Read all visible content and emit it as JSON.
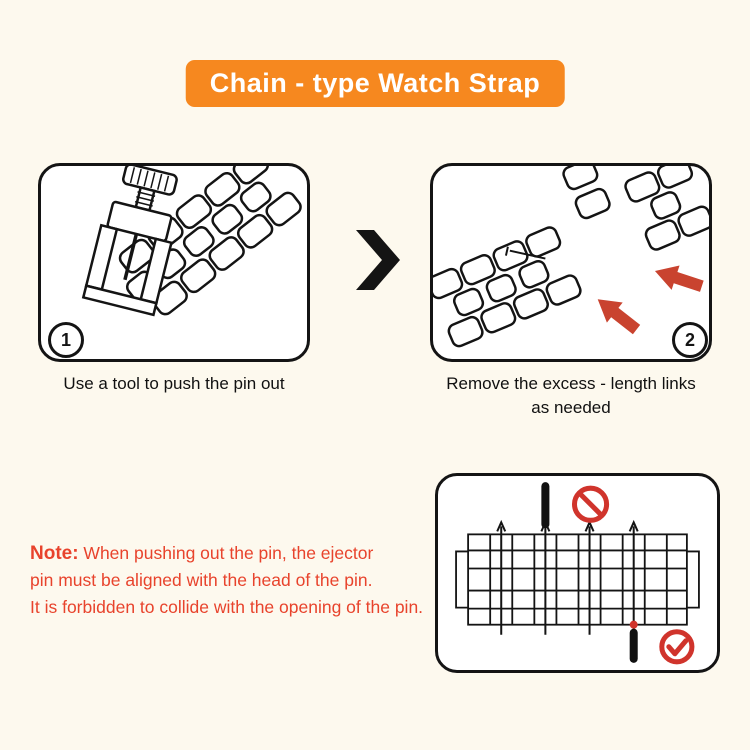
{
  "title": {
    "text": "Chain - type Watch Strap"
  },
  "steps": [
    {
      "number": "1",
      "caption_lines": [
        "Use a tool to push the pin out"
      ]
    },
    {
      "number": "2",
      "caption_lines": [
        "Remove the excess - length links",
        "as needed"
      ]
    }
  ],
  "note": {
    "label": "Note:",
    "line1_rest": " When pushing out the pin, the ejector",
    "line2": "pin must be aligned with the head of the pin.",
    "line3": "It is forbidden to collide with the opening of the pin."
  },
  "icons": {
    "chevron": "chevron-right",
    "prohibited": "prohibited-sign",
    "check": "check-mark",
    "red_arrows": "direction-arrows"
  },
  "colors": {
    "background": "#fdf9ee",
    "banner_orange": "#f6881f",
    "note_red": "#e8432c",
    "arrow_red": "#c9432f",
    "mark_red": "#d0342c",
    "line_black": "#141414"
  }
}
